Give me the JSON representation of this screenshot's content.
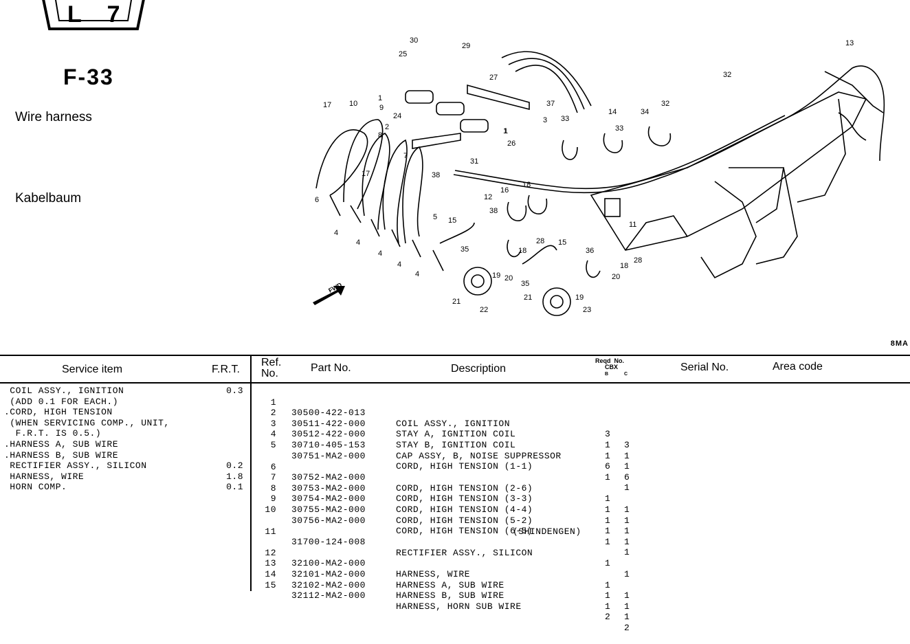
{
  "header": {
    "badge": "L 7",
    "fig_code": "F-33",
    "title_en": "Wire harness",
    "title_de": "Kabelbaum",
    "sheet_code": "8MA"
  },
  "diagram": {
    "fwd_label": "FWD",
    "callouts": [
      "30",
      "29",
      "25",
      "27",
      "37",
      "14",
      "13",
      "32",
      "32",
      "34",
      "1",
      "9",
      "10",
      "17",
      "24",
      "2",
      "8",
      "1",
      "3",
      "33",
      "33",
      "26",
      "7",
      "31",
      "38",
      "6",
      "17",
      "18",
      "16",
      "12",
      "5",
      "15",
      "38",
      "11",
      "4",
      "4",
      "4",
      "4",
      "4",
      "35",
      "19",
      "20",
      "28",
      "18",
      "15",
      "36",
      "28",
      "18",
      "20",
      "21",
      "22",
      "35",
      "21",
      "19",
      "23",
      "1"
    ]
  },
  "table": {
    "headers": {
      "service_item": "Service item",
      "frt": "F.R.T.",
      "ref_no": "Ref.\nNo.",
      "part_no": "Part No.",
      "description": "Description",
      "reqd": "Reqd  No.",
      "model": "CBX",
      "col_b": "B",
      "col_c": "C",
      "serial_no": "Serial No.",
      "area_code": "Area code"
    },
    "service_items": [
      {
        "text": " COIL ASSY., IGNITION",
        "frt": "0.3"
      },
      {
        "text": " (ADD 0.1 FOR EACH.)",
        "frt": ""
      },
      {
        "text": ".CORD, HIGH TENSION",
        "frt": ""
      },
      {
        "text": " (WHEN SERVICING COMP., UNIT,",
        "frt": ""
      },
      {
        "text": "  F.R.T. IS 0.5.)",
        "frt": ""
      },
      {
        "text": ".HARNESS A, SUB WIRE",
        "frt": ""
      },
      {
        "text": ".HARNESS B, SUB WIRE",
        "frt": ""
      },
      {
        "text": " RECTIFIER ASSY., SILICON",
        "frt": "0.2"
      },
      {
        "text": " HARNESS, WIRE",
        "frt": "1.8"
      },
      {
        "text": " HORN COMP.",
        "frt": "0.1"
      }
    ],
    "parts": [
      {
        "ref": "1",
        "part": "30500-422-013",
        "desc": "COIL ASSY., IGNITION",
        "b": "3",
        "c": "3"
      },
      {
        "ref": "2",
        "part": "30511-422-000",
        "desc": "STAY A, IGNITION COIL",
        "b": "1",
        "c": "1"
      },
      {
        "ref": "3",
        "part": "30512-422-000",
        "desc": "STAY B, IGNITION COIL",
        "b": "1",
        "c": "1"
      },
      {
        "ref": "4",
        "part": "30710-405-153",
        "desc": "CAP ASSY, B, NOISE SUPPRESSOR",
        "b": "6",
        "c": "6"
      },
      {
        "ref": "5",
        "part": "30751-MA2-000",
        "desc": "CORD, HIGH TENSION (1-1)",
        "b": "1",
        "c": "1"
      },
      {
        "ref": "6",
        "part": "30752-MA2-000",
        "desc": "CORD, HIGH TENSION (2-6)",
        "b": "1",
        "c": "1"
      },
      {
        "ref": "7",
        "part": "30753-MA2-000",
        "desc": "CORD, HIGH TENSION (3-3)",
        "b": "1",
        "c": "1"
      },
      {
        "ref": "8",
        "part": "30754-MA2-000",
        "desc": "CORD, HIGH TENSION (4-4)",
        "b": "1",
        "c": "1"
      },
      {
        "ref": "9",
        "part": "30755-MA2-000",
        "desc": "CORD, HIGH TENSION (5-2)",
        "b": "1",
        "c": "1"
      },
      {
        "ref": "10",
        "part": "30756-MA2-000",
        "desc": "CORD, HIGH TENSION (6-5)",
        "b": "1",
        "c": "1"
      },
      {
        "ref": "11",
        "part": "31700-124-008",
        "desc": "RECTIFIER ASSY., SILICON",
        "b": "1",
        "c": "1"
      },
      {
        "ref": "12",
        "part": "32100-MA2-000",
        "desc": "HARNESS, WIRE",
        "b": "1",
        "c": "1"
      },
      {
        "ref": "13",
        "part": "32101-MA2-000",
        "desc": "HARNESS A, SUB WIRE",
        "b": "1",
        "c": "1"
      },
      {
        "ref": "14",
        "part": "32102-MA2-000",
        "desc": "HARNESS B, SUB WIRE",
        "b": "1",
        "c": "1"
      },
      {
        "ref": "15",
        "part": "32112-MA2-000",
        "desc": "HARNESS, HORN SUB WIRE",
        "b": "2",
        "c": "2"
      }
    ],
    "maker_note": "(SHINDENGEN)"
  }
}
